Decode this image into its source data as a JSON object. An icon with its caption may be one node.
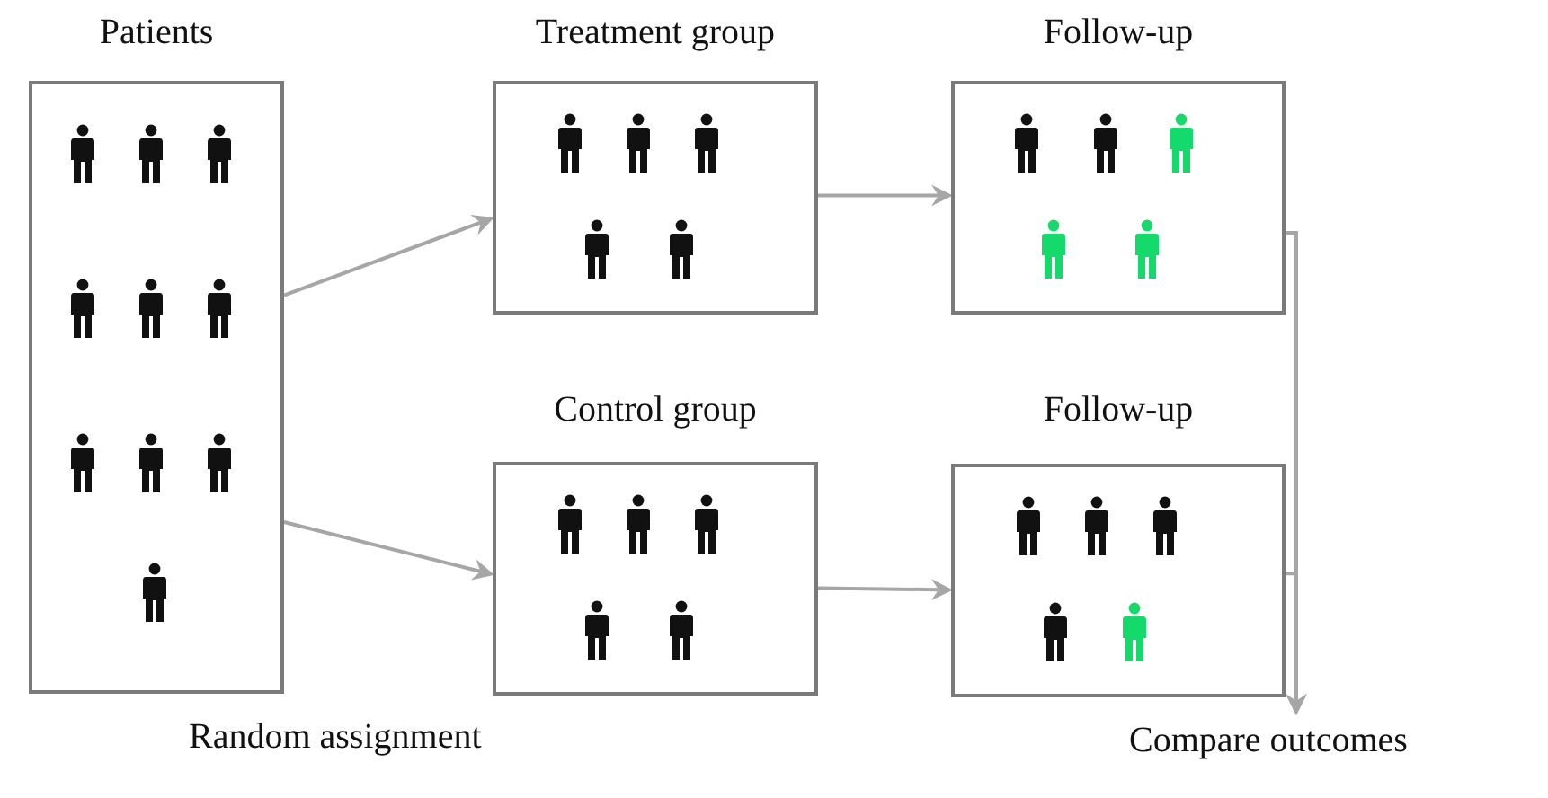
{
  "diagram": {
    "nodes": [
      {
        "text": [
          "Patients"
        ]
      },
      {
        "text": [
          "Treatment group"
        ]
      },
      {
        "text": [
          "Control group"
        ]
      },
      {
        "text": [
          "Follow-up"
        ]
      },
      {
        "text": [
          "Follow-up"
        ]
      },
      {
        "text": [
          "Compare outcomes"
        ]
      }
    ],
    "edges": [
      {
        "from": 0,
        "to": 1,
        "arrow": "to"
      },
      {
        "from": 0,
        "to": 2,
        "arrow": "to"
      },
      {
        "from": 1,
        "to": 3,
        "arrow": "to"
      },
      {
        "from": 2,
        "to": 4,
        "arrow": "to"
      },
      {
        "from": 3,
        "to": 5,
        "arrow": "to"
      },
      {
        "from": 4,
        "to": 5,
        "arrow": "to"
      }
    ],
    "labels": [
      "Random assignment"
    ]
  }
}
